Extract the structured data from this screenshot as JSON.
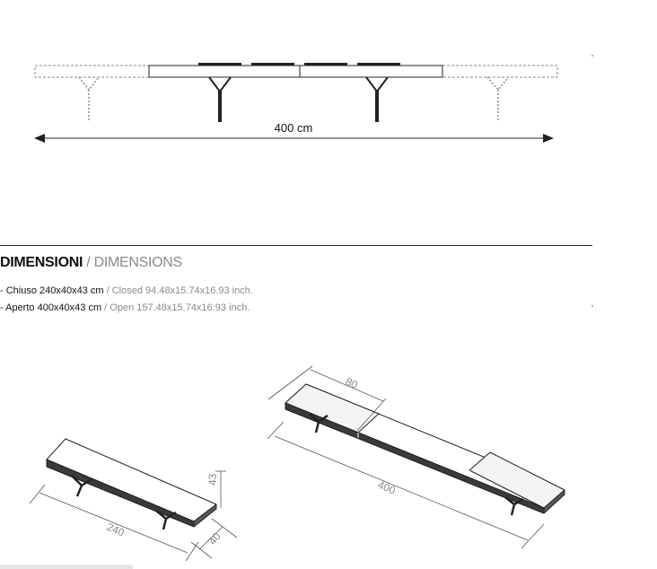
{
  "top_view": {
    "length_label": "400 cm"
  },
  "section": {
    "title_it": "DIMENSIONI",
    "title_sep": " / ",
    "title_en": "DIMENSIONS"
  },
  "specs": [
    {
      "it": "- Chiuso 240x40x43 cm",
      "sep": " / ",
      "en": "Closed 94.48x15.74x16.93 inch."
    },
    {
      "it": "- Aperto 400x40x43 cm",
      "sep": " / ",
      "en": "Open 157.48x15.74x16.93 inch."
    }
  ],
  "closed_view": {
    "length_label": "240",
    "depth_label": "40",
    "height_label": "43"
  },
  "open_view": {
    "extension_label": "80",
    "length_label": "400"
  }
}
